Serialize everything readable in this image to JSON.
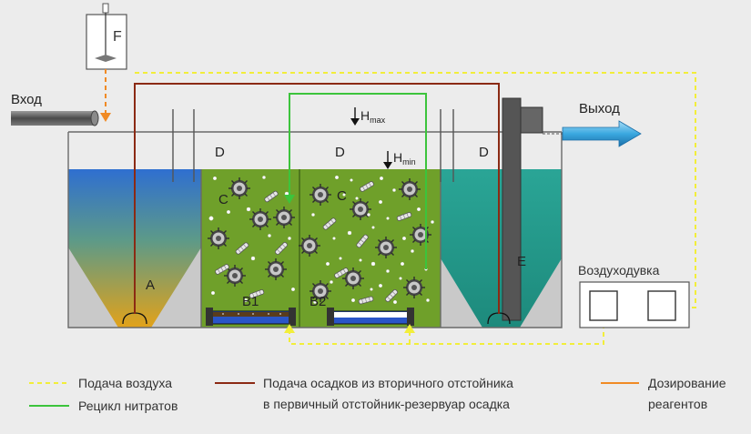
{
  "labels": {
    "inlet": "Вход",
    "outlet": "Выход",
    "dosing_unit": "F",
    "zone_a": "A",
    "zone_b1": "B1",
    "zone_b2": "B2",
    "zone_c1": "C",
    "zone_c2": "C",
    "zone_d1": "D",
    "zone_d2": "D",
    "zone_d3": "D",
    "zone_e": "E",
    "h_max_base": "H",
    "h_max_sub": "max",
    "h_min_base": "H",
    "h_min_sub": "min",
    "blower": "Воздуходувка"
  },
  "legend": {
    "air": "Подача воздуха",
    "nitrate": "Рецикл нитратов",
    "sludge_line1": "Подача осадков из вторичного отстойника",
    "sludge_line2": "в первичный отстойник-резервуар осадка",
    "dosing_line1": "Дозирование",
    "dosing_line2": "реагентов"
  },
  "colors": {
    "air_line": "#f2ee3a",
    "nitrate_line": "#3cc43c",
    "sludge_line": "#8b2a14",
    "dosing_line": "#f08a24",
    "tank_green": "#6fa02a",
    "tank_teal": "#2a9e90",
    "inlet_pipe": "#6a6a6a",
    "outlet_arrow": "#3aa8e0"
  }
}
